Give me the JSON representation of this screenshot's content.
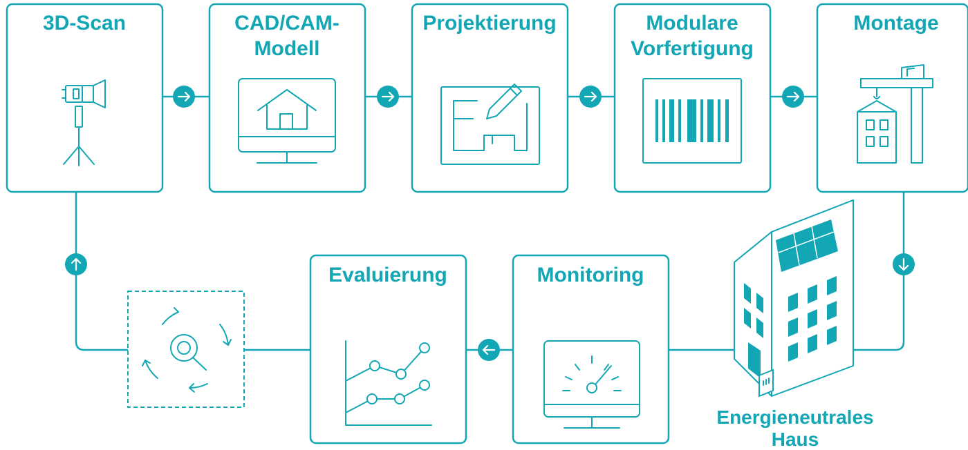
{
  "colors": {
    "accent": "#13a6b5",
    "background": "#ffffff"
  },
  "steps": [
    {
      "id": "scan",
      "title_line1": "3D-Scan",
      "title_line2": "",
      "icon": "camera-tripod-icon"
    },
    {
      "id": "cad",
      "title_line1": "CAD/CAM-",
      "title_line2": "Modell",
      "icon": "monitor-house-icon"
    },
    {
      "id": "planning",
      "title_line1": "Projektierung",
      "title_line2": "",
      "icon": "floorplan-pencil-icon"
    },
    {
      "id": "prefab",
      "title_line1": "Modulare",
      "title_line2": "Vorfertigung",
      "icon": "modular-elements-icon"
    },
    {
      "id": "assembly",
      "title_line1": "Montage",
      "title_line2": "",
      "icon": "crane-building-icon"
    },
    {
      "id": "monitoring",
      "title_line1": "Monitoring",
      "title_line2": "",
      "icon": "monitor-gauge-icon"
    },
    {
      "id": "evaluation",
      "title_line1": "Evaluierung",
      "title_line2": "",
      "icon": "line-chart-icon"
    }
  ],
  "house": {
    "label_line1": "Energieneutrales",
    "label_line2": "Haus",
    "icon": "energy-neutral-house-icon"
  },
  "cycle": {
    "icon": "cycle-gear-search-icon"
  },
  "arrows": [
    "arrow-right-icon",
    "arrow-down-icon",
    "arrow-left-icon",
    "arrow-up-icon"
  ]
}
